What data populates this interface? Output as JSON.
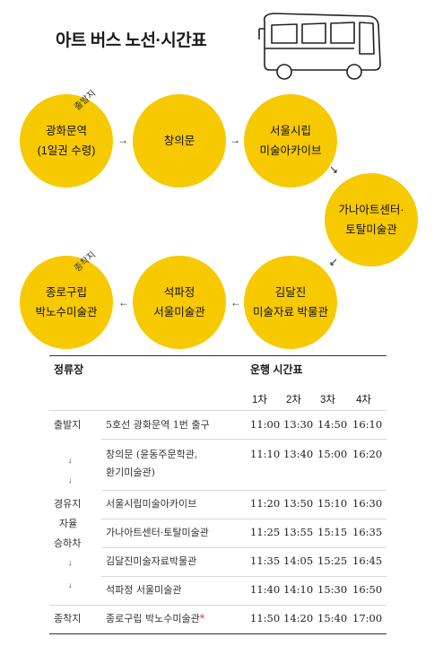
{
  "title": "아트 버스 노선·시간표",
  "stops": [
    {
      "label": "광화문역\n(1일권 수령)"
    },
    {
      "label": "창의문"
    },
    {
      "label": "서울시립\n미술아카이브"
    },
    {
      "label": "가나아트센터·\n토탈미술관"
    },
    {
      "label": "김달진\n미술자료 박물관"
    },
    {
      "label": "석파정\n서울미술관"
    },
    {
      "label": "종로구립\n박노수미술관"
    }
  ],
  "start_tag": "출발지",
  "end_tag": "종착지",
  "arrows": {
    "right": "→",
    "down_right": "↘",
    "down_left": "↙",
    "left": "←",
    "down": "↓"
  },
  "table": {
    "stop_header": "정류장",
    "schedule_header": "운행 시간표",
    "trips": [
      "1차",
      "2차",
      "3차",
      "4차"
    ],
    "categories": {
      "start": "출발지",
      "via_1": "경유지",
      "via_2": "자율",
      "via_3": "승하차",
      "end": "종착지"
    },
    "rows": [
      {
        "name": "5호선 광화문역 1번 출구",
        "times": [
          "11:00",
          "13:30",
          "14:50",
          "16:10"
        ]
      },
      {
        "name": "창의문 (윤동주문학관,\n환기미술관)",
        "times": [
          "11:10",
          "13:40",
          "15:00",
          "16:20"
        ]
      },
      {
        "name": "서울시립미술아카이브",
        "times": [
          "11:20",
          "13:50",
          "15:10",
          "16:30"
        ]
      },
      {
        "name": "가나아트센터·토탈미술관",
        "times": [
          "11:25",
          "13:55",
          "15:15",
          "16:35"
        ]
      },
      {
        "name": "김달진미술자료박물관",
        "times": [
          "11:35",
          "14:05",
          "15:25",
          "16:45"
        ]
      },
      {
        "name": "석파정 서울미술관",
        "times": [
          "11:40",
          "14:10",
          "15:30",
          "16:50"
        ]
      },
      {
        "name": "종로구립 박노수미술관",
        "times": [
          "11:50",
          "14:20",
          "15:40",
          "17:00"
        ]
      }
    ],
    "star": "*"
  },
  "colors": {
    "circle": "#f7c900",
    "star": "#e03030"
  }
}
